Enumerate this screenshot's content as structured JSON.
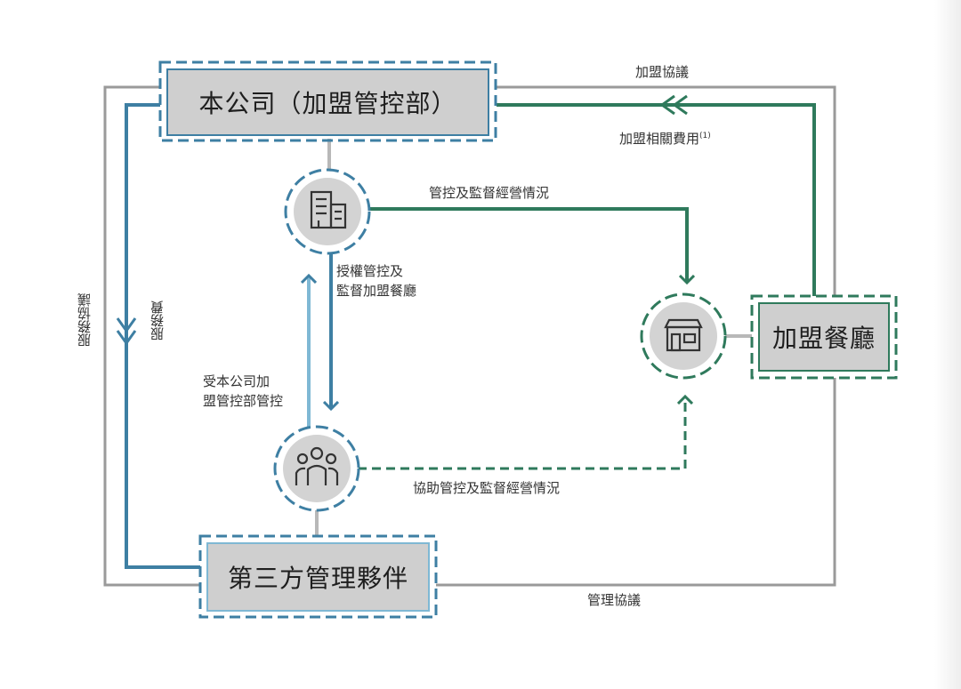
{
  "nodes": {
    "company": "本公司（加盟管控部）",
    "third_party": "第三方管理夥伴",
    "franchise": "加盟餐廳"
  },
  "edges": {
    "franchise_agreement": "加盟協議",
    "franchise_fees": "加盟相關費用",
    "franchise_fees_note": "(1)",
    "manage_supervise": "管控及監督經營情況",
    "authorize_line1": "授權管控及",
    "authorize_line2": "監督加盟餐廳",
    "controlled_line1": "受本公司加",
    "controlled_line2": "盟管控部管控",
    "assist_manage": "協助管控及監督經營情況",
    "service_agreement": "服務協議",
    "service_fee": "服務費",
    "management_agreement": "管理協議"
  },
  "icons": [
    "office-building-icon",
    "people-group-icon",
    "storefront-icon"
  ],
  "colors": {
    "blue": "#3e7fa3",
    "green": "#2f7a5c",
    "gray_line": "#9a9a9a",
    "box_fill": "#cfcfcf",
    "icon_bg": "#d3d3d3"
  }
}
